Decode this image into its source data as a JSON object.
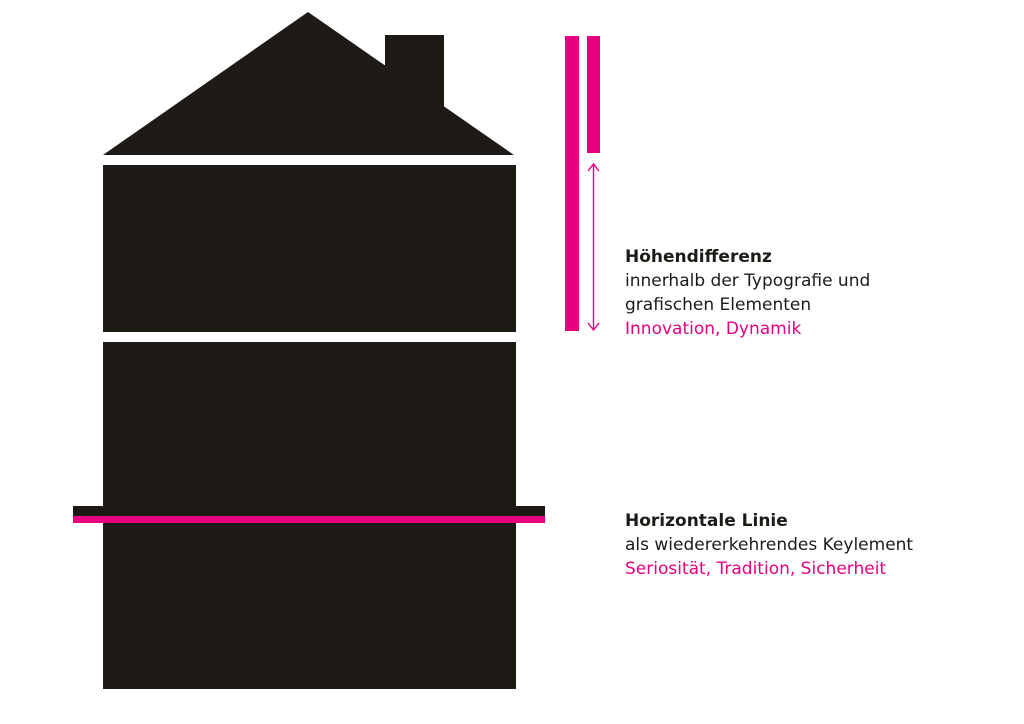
{
  "colors": {
    "dark": "#1e1a16",
    "accent": "#e6007e",
    "background": "#ffffff"
  },
  "annotations": {
    "height_difference": {
      "title": "Höhendifferenz",
      "lines": [
        "innerhalb der Typografie und",
        "grafischen Elementen"
      ],
      "keywords": "Innovation, Dynamik"
    },
    "horizontal_line": {
      "title": "Horizontale Linie",
      "lines": [
        "als wiedererkehrendes Keylement"
      ],
      "keywords": "Seriosität, Tradition, Sicherheit"
    }
  }
}
